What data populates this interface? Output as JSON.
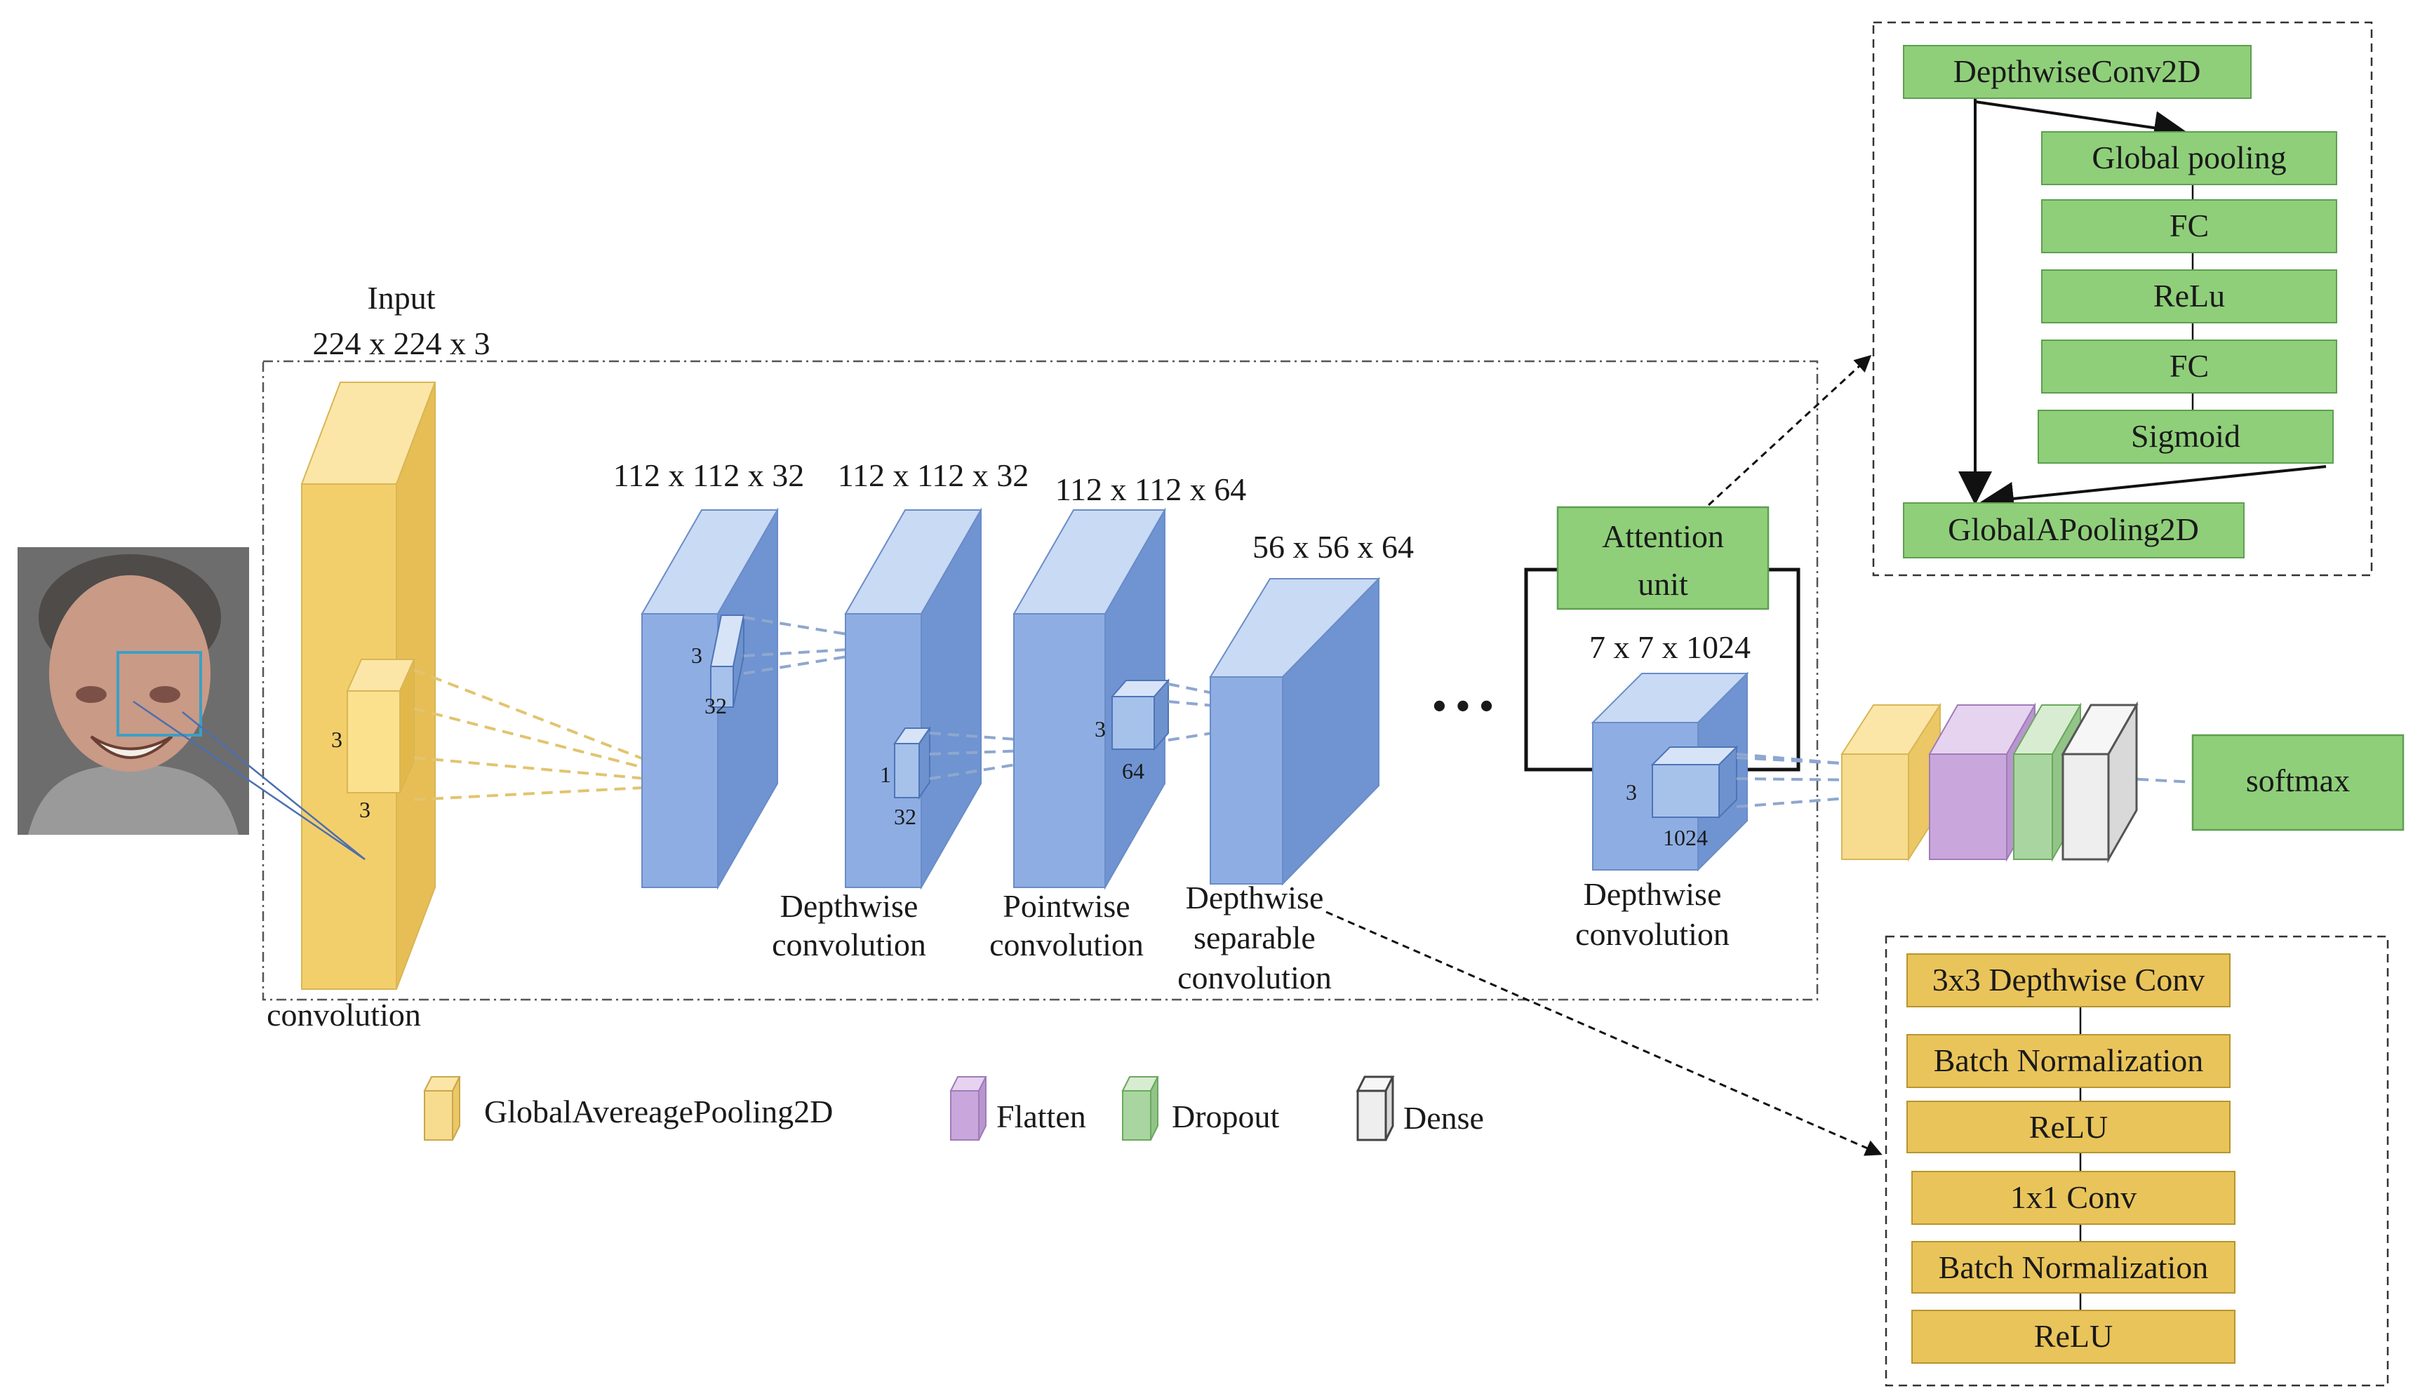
{
  "colors": {
    "conv_yellow": "#f3cf6b",
    "block_blue": "#7ea3dc",
    "green_box": "#8fcf7a",
    "gold_box": "#e9c45a",
    "purple": "#c9a7dc",
    "green_layer": "#a9d5a0",
    "white_layer": "#eeeeee"
  },
  "input": {
    "title": "Input",
    "dims": "224 x 224 x 3",
    "conv_label": "convolution",
    "kernel_h": "3",
    "kernel_w": "3"
  },
  "blocks": [
    {
      "dims": "112 x 112 x 32",
      "k1": "3",
      "k2": "32",
      "caption": [
        "",
        ""
      ]
    },
    {
      "dims": "112 x 112 x 32",
      "k1": "1",
      "k2": "32",
      "caption": [
        "Depthwise",
        "convolution"
      ]
    },
    {
      "dims": "112 x 112 x 64",
      "k1": "3",
      "k2": "64",
      "caption": [
        "Pointwise",
        "convolution"
      ]
    },
    {
      "dims": "56 x 56 x 64",
      "caption": [
        "Depthwise",
        "separable",
        "convolution"
      ]
    }
  ],
  "ellipsis": "• • •",
  "attention_unit": [
    "Attention",
    "unit"
  ],
  "last_block": {
    "dims": "7 x 7 x 1024",
    "k1": "3",
    "k2": "1024",
    "caption": [
      "Depthwise",
      "convolution"
    ]
  },
  "softmax": "softmax",
  "attention_detail": [
    "DepthwiseConv2D",
    "Global pooling",
    "FC",
    "ReLu",
    "FC",
    "Sigmoid",
    "GlobalAPooling2D"
  ],
  "separable_detail": [
    "3x3 Depthwise Conv",
    "Batch Normalization",
    "ReLU",
    "1x1 Conv",
    "Batch Normalization",
    "ReLU"
  ],
  "legend": [
    "GlobalAvereagePooling2D",
    "Flatten",
    "Dropout",
    "Dense"
  ]
}
